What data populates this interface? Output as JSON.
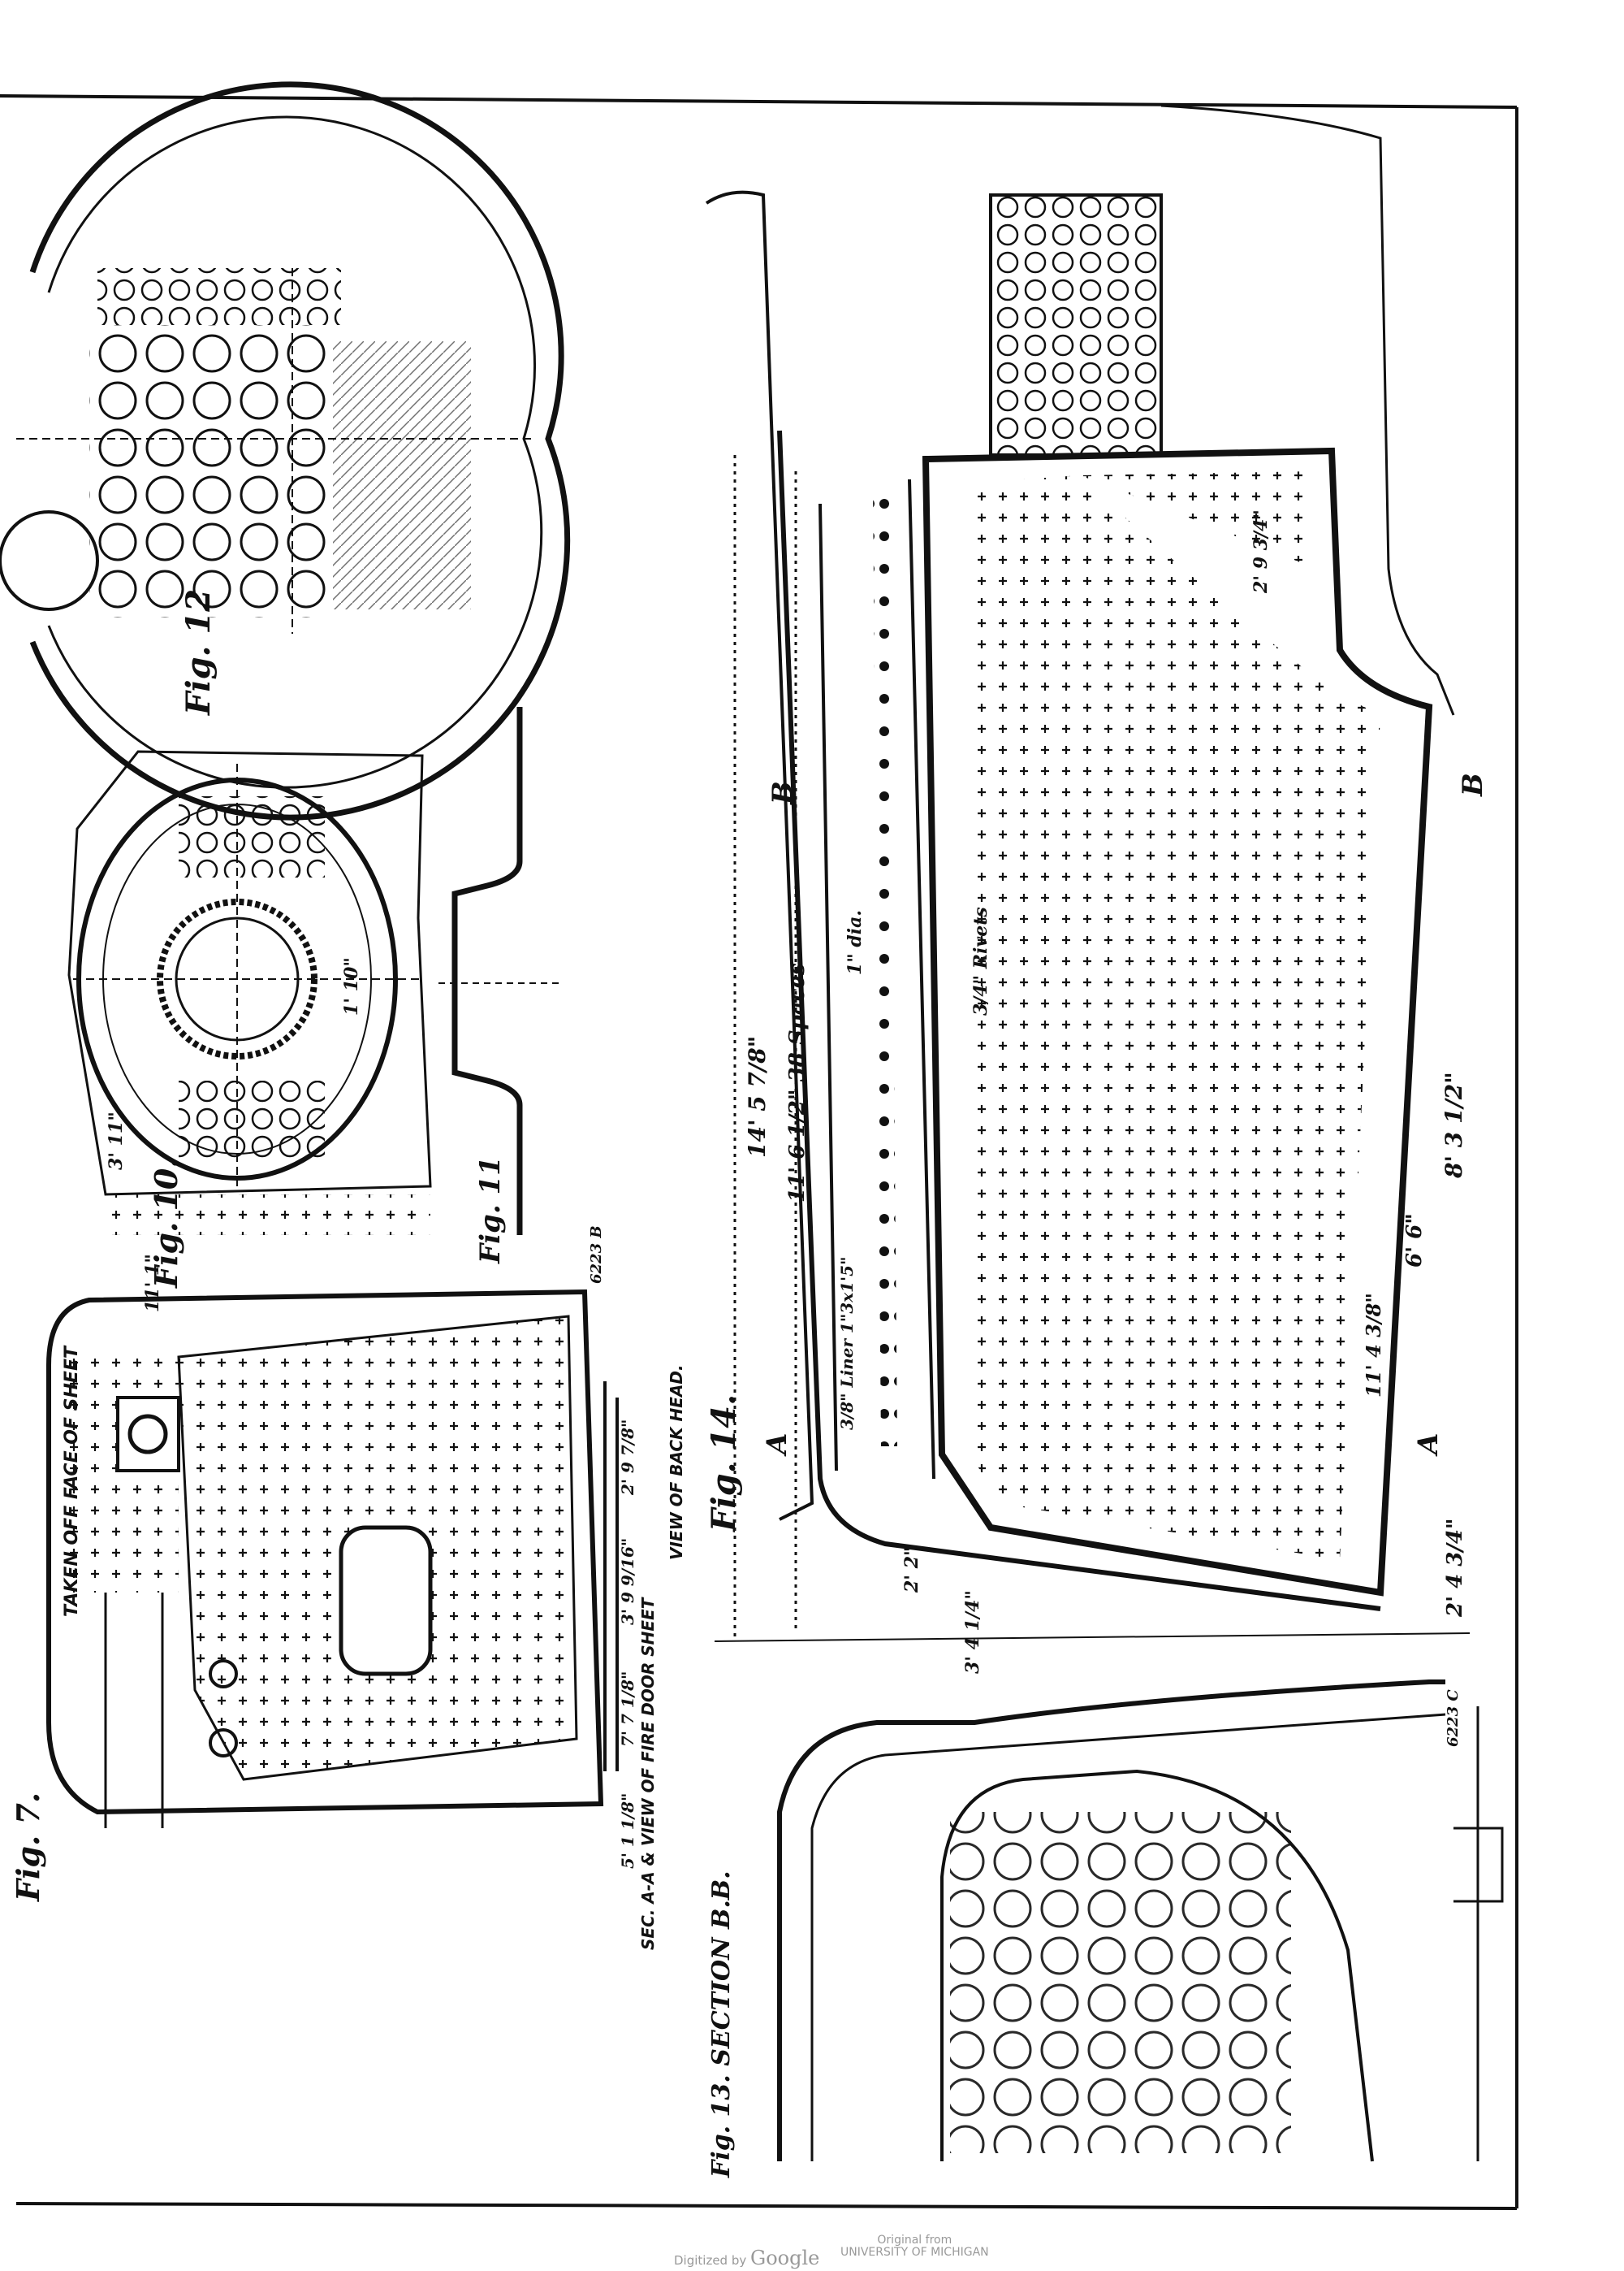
{
  "figures": {
    "fig7": "Fig. 7.",
    "fig10": "Fig. 10.",
    "fig11": "Fig. 11",
    "fig12": "Fig. 12",
    "fig13": "Fig. 13. SECTION B.B.",
    "fig14": "Fig. 14."
  },
  "captions": {
    "sec_aa": "SEC. A-A & VIEW OF FIRE DOOR SHEET",
    "back_head": "VIEW OF BACK HEAD.",
    "taken_off": "TAKEN OFF FACE OF SHEET",
    "plate_b": "6223 B",
    "plate_c": "6223 C",
    "section_mark_b": "B",
    "section_mark_a": "A"
  },
  "dimensions": {
    "overall_length": "14' 5 7/8\"",
    "spaces": "11' 6 1/2\" 38 Spaces",
    "dia": "1\" dia.",
    "liner": "3/8\" Liner 1\"3x1'5\"",
    "height_right": "8' 3 1/2\"",
    "h_6_6": "6' 6\"",
    "h_2_4": "2' 4 3/4\"",
    "h_11_4": "11' 4 3/8\"",
    "rivets": "3/4\" Rivets",
    "d_2_2": "2' 2\"",
    "d_3_4": "3' 4 1/4\"",
    "d_2_9": "2' 9 3/4\"",
    "d_3_9": "3' 9 9/16\"",
    "d_7_7": "7' 7 1/8\"",
    "d_5": "5' 1 1/8\"",
    "d_2_978": "2' 9 7/8\"",
    "d_11": "11' 1\"",
    "d_1_10": "1' 10\"",
    "d_3_11": "3' 11\""
  },
  "footer": {
    "digitized": "Digitized by",
    "google": "Google",
    "original_from": "Original from",
    "university": "UNIVERSITY OF MICHIGAN"
  }
}
